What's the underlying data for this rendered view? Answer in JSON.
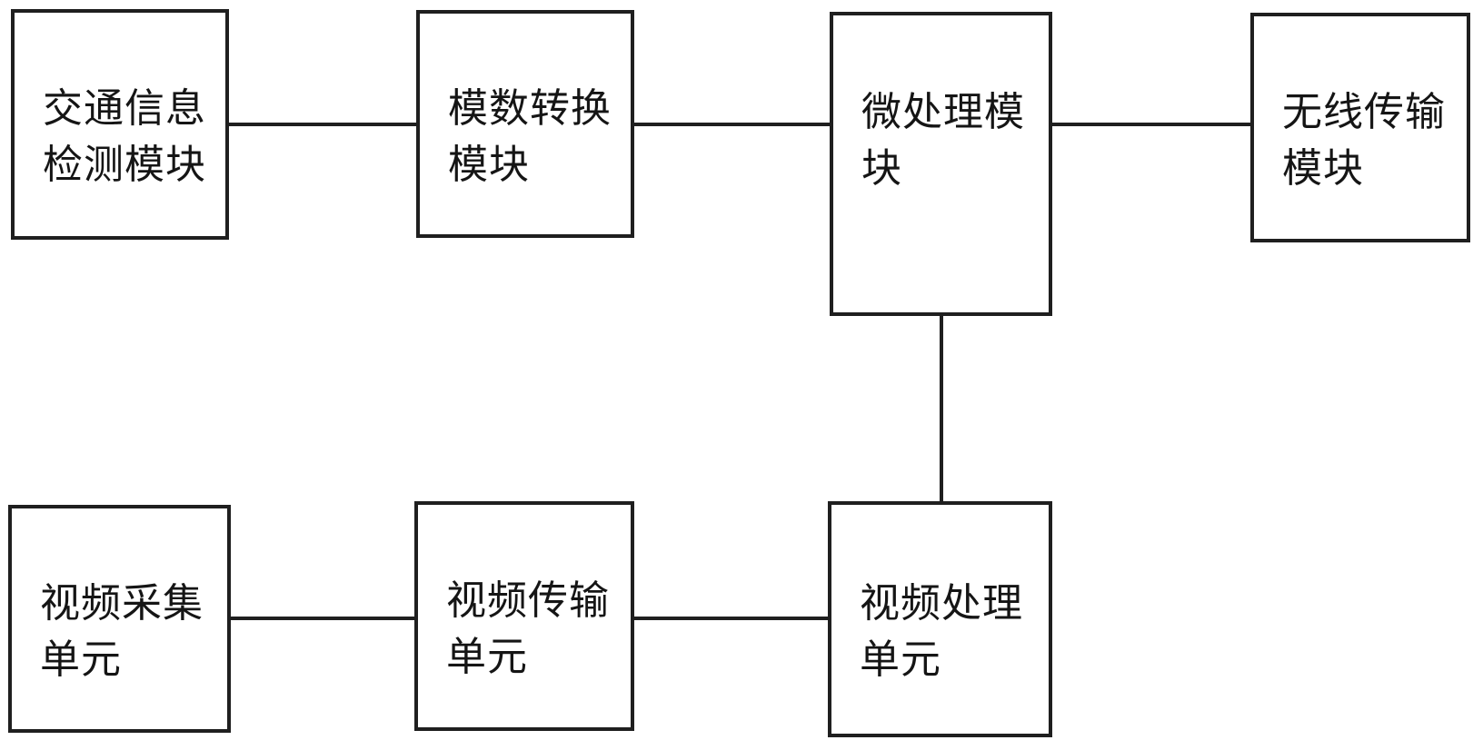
{
  "diagram": {
    "type": "block-diagram",
    "background_color": "#ffffff",
    "line_color": "#1f1f1f",
    "nodes": [
      {
        "id": "traffic-info-detection-module",
        "label": "交通信息\n检测模块"
      },
      {
        "id": "ad-conversion-module",
        "label": "模数转换\n模块"
      },
      {
        "id": "microprocessor-module",
        "label": "微处理模\n块"
      },
      {
        "id": "wireless-transmission-module",
        "label": "无线传输\n模块"
      },
      {
        "id": "video-capture-unit",
        "label": "视频采集\n单元"
      },
      {
        "id": "video-transmission-unit",
        "label": "视频传输\n单元"
      },
      {
        "id": "video-processing-unit",
        "label": "视频处理\n单元"
      }
    ],
    "edges": [
      {
        "from": "traffic-info-detection-module",
        "to": "ad-conversion-module"
      },
      {
        "from": "ad-conversion-module",
        "to": "microprocessor-module"
      },
      {
        "from": "microprocessor-module",
        "to": "wireless-transmission-module"
      },
      {
        "from": "microprocessor-module",
        "to": "video-processing-unit"
      },
      {
        "from": "video-capture-unit",
        "to": "video-transmission-unit"
      },
      {
        "from": "video-transmission-unit",
        "to": "video-processing-unit"
      }
    ]
  }
}
